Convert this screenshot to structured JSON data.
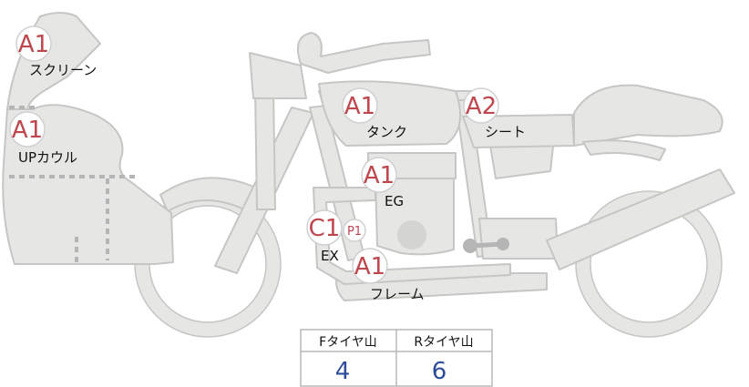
{
  "parts": {
    "screen": {
      "grade": "A1",
      "label": "スクリーン"
    },
    "upper_cowl": {
      "grade": "A1",
      "label": "UPカウル"
    },
    "tank": {
      "grade": "A1",
      "label": "タンク"
    },
    "seat": {
      "grade": "A2",
      "label": "シート"
    },
    "engine": {
      "grade": "A1",
      "label": "EG"
    },
    "exhaust": {
      "grade": "C1",
      "sub_grade": "P1",
      "label": "EX"
    },
    "frame": {
      "grade": "A1",
      "label": "フレーム"
    }
  },
  "tire_tread": {
    "front_label": "Fタイヤ山",
    "rear_label": "Rタイヤ山",
    "front_value": "4",
    "rear_value": "6"
  },
  "colors": {
    "grade": "#c0464e",
    "tread_value": "#2d4c9b",
    "part_fill": "#e6e6e4"
  }
}
